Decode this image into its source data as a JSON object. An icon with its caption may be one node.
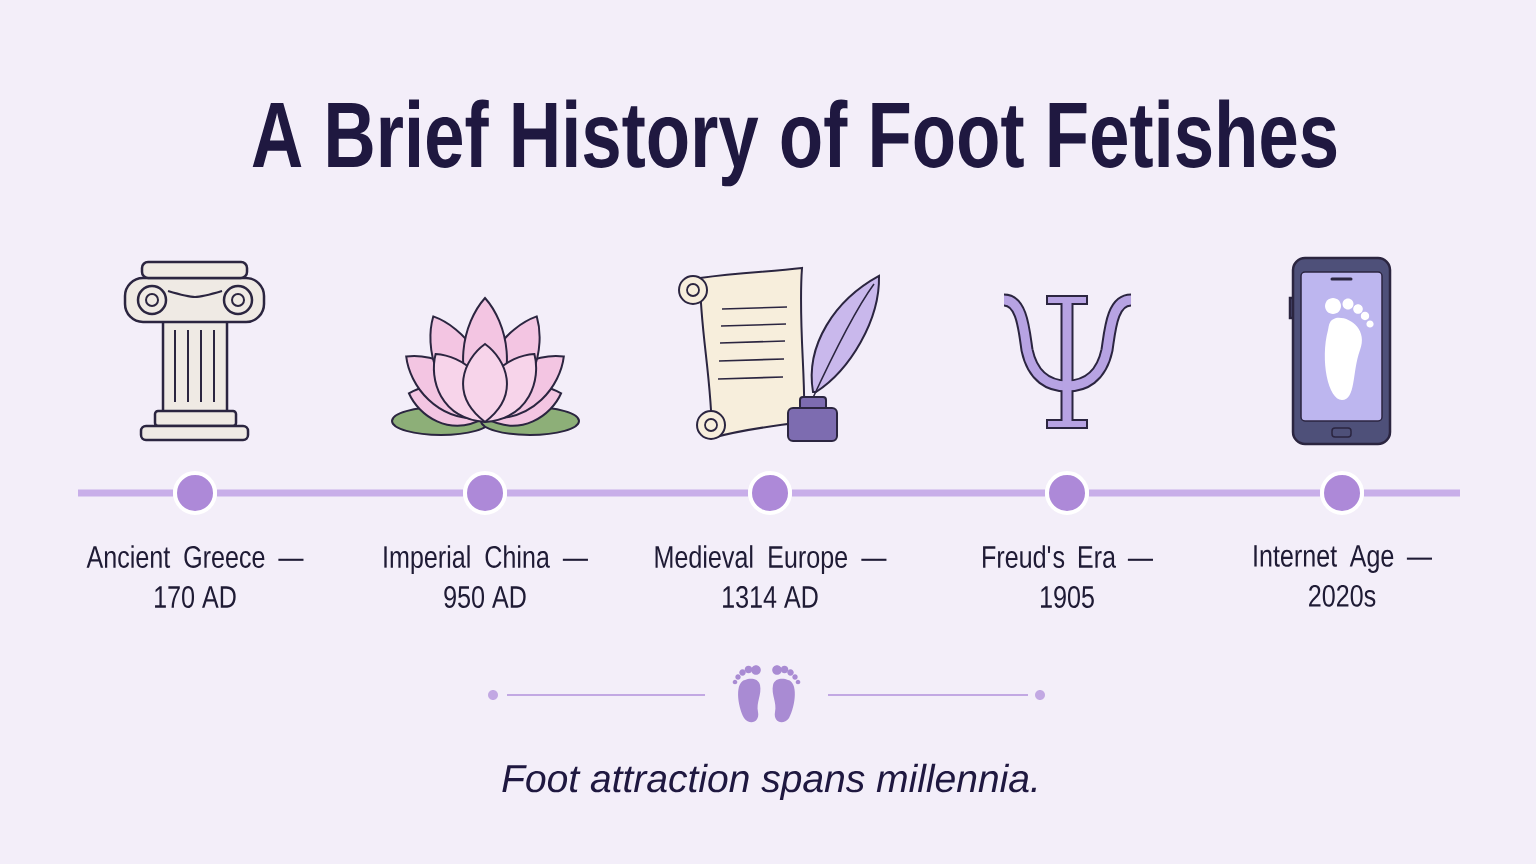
{
  "diagram": {
    "title": "A Brief History of Foot Fetishes",
    "caption": "Foot attraction spans millennia.",
    "nodes": [
      {
        "text": [],
        "shape": "circle",
        "beside": [
          "Ancient Greece — 170 AD"
        ]
      },
      {
        "text": [],
        "shape": "circle",
        "beside": [
          "Imperial China — 950 AD"
        ]
      },
      {
        "text": [],
        "shape": "circle",
        "beside": [
          "Medieval Europe — 1314 AD"
        ]
      },
      {
        "text": [],
        "shape": "circle",
        "beside": [
          "Freud's Era — 1905"
        ]
      },
      {
        "text": [],
        "shape": "circle",
        "beside": [
          "Internet Age — 2020s"
        ]
      }
    ],
    "edges": [
      {
        "from": null,
        "to": 0,
        "arrow": "none"
      },
      {
        "from": 0,
        "to": 1,
        "arrow": "none"
      },
      {
        "from": 1,
        "to": 2,
        "arrow": "none"
      },
      {
        "from": 2,
        "to": 3,
        "arrow": "none"
      },
      {
        "from": 3,
        "to": 4,
        "arrow": "none"
      },
      {
        "from": 4,
        "to": null,
        "arrow": "none"
      }
    ]
  }
}
